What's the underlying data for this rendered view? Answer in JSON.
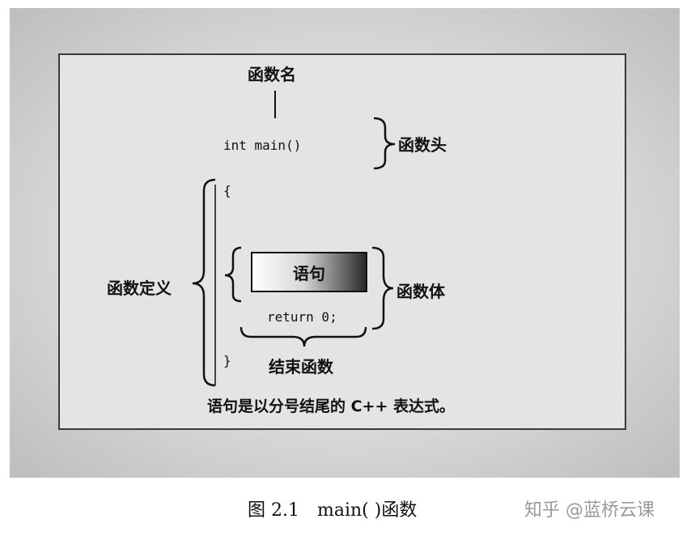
{
  "diagram": {
    "label_function_name": "函数名",
    "code_header": "int main()",
    "label_function_head": "函数头",
    "code_open_brace": "{",
    "label_function_definition": "函数定义",
    "statement_box": "语句",
    "label_function_body": "函数体",
    "code_return": "return 0;",
    "label_end_function": "结束函数",
    "code_close_brace": "}",
    "note": "语句是以分号结尾的 C++ 表达式。"
  },
  "caption": "图 2.1　main( )函数",
  "watermark": "知乎 @蓝桥云课"
}
